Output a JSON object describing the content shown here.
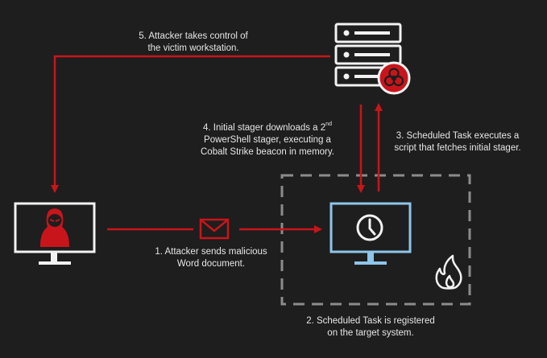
{
  "steps": {
    "step1": {
      "line1": "1. Attacker sends malicious",
      "line2": "Word document."
    },
    "step2": {
      "line1": "2. Scheduled Task is registered",
      "line2": "on the target system."
    },
    "step3": {
      "line1": "3. Scheduled Task executes a",
      "line2": "script that fetches initial stager."
    },
    "step4": {
      "line1_pre": "4. Initial stager downloads a 2",
      "line1_sup": "nd",
      "line2": "PowerShell stager, executing a",
      "line3": "Cobalt Strike beacon in memory."
    },
    "step5": {
      "line1": "5. Attacker takes control of",
      "line2": "the victim workstation."
    }
  },
  "colors": {
    "background": "#1e1e1e",
    "arrow_red": "#c8151b",
    "target_blue": "#8ec5ea",
    "dashed_box": "#8c8c8c",
    "text": "#e6e6e6"
  },
  "icons": {
    "server": "server-icon",
    "biohazard": "biohazard-icon",
    "attacker_monitor": "attacker-monitor-icon",
    "hooded_attacker": "hooded-attacker-icon",
    "envelope": "envelope-icon",
    "target_monitor": "target-monitor-icon",
    "clock": "clock-icon",
    "flame": "flame-icon"
  }
}
